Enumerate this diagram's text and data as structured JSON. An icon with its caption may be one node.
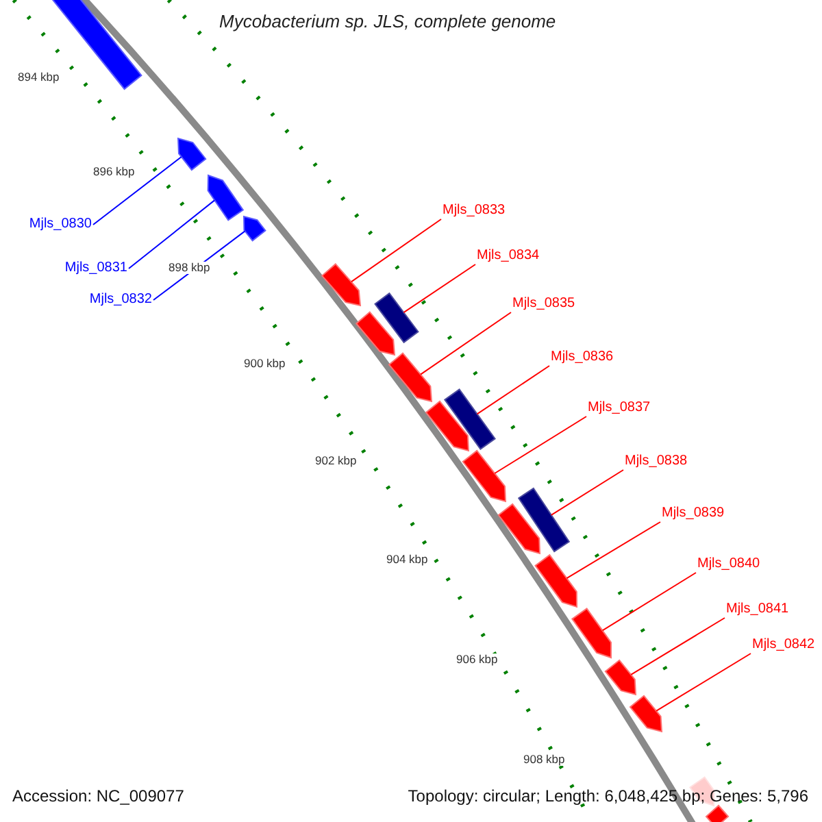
{
  "diagram": {
    "title": "Mycobacterium sp. JLS, complete genome",
    "nodes": [
      {
        "text": [
          "Mjls_0830"
        ]
      },
      {
        "text": [
          "Mjls_0831"
        ]
      },
      {
        "text": [
          "Mjls_0832"
        ]
      },
      {
        "text": [
          "Mjls_0833"
        ]
      },
      {
        "text": [
          "Mjls_0834"
        ]
      },
      {
        "text": [
          "Mjls_0835"
        ]
      },
      {
        "text": [
          "Mjls_0836"
        ]
      },
      {
        "text": [
          "Mjls_0837"
        ]
      },
      {
        "text": [
          "Mjls_0838"
        ]
      },
      {
        "text": [
          "Mjls_0839"
        ]
      },
      {
        "text": [
          "Mjls_0840"
        ]
      },
      {
        "text": [
          "Mjls_0841"
        ]
      },
      {
        "text": [
          "Mjls_0842"
        ]
      },
      {
        "text": [],
        "shape": "bar"
      },
      {
        "text": [],
        "shape": "pentagon"
      },
      {
        "text": [],
        "shape": "pentagon"
      },
      {
        "text": [],
        "shape": "pentagon"
      },
      {
        "text": [],
        "shape": "pentagon"
      },
      {
        "text": [],
        "shape": "bar"
      },
      {
        "text": [],
        "shape": "pentagon"
      },
      {
        "text": [],
        "shape": "pentagon"
      },
      {
        "text": [],
        "shape": "bar"
      },
      {
        "text": [],
        "shape": "pentagon"
      },
      {
        "text": [],
        "shape": "pentagon"
      },
      {
        "text": [],
        "shape": "bar"
      },
      {
        "text": [],
        "shape": "pentagon"
      },
      {
        "text": [],
        "shape": "pentagon"
      },
      {
        "text": [],
        "shape": "pentagon"
      },
      {
        "text": [],
        "shape": "pentagon"
      },
      {
        "text": [],
        "shape": "pentagon"
      },
      {
        "text": [],
        "shape": "pentagon"
      },
      {
        "text": [],
        "shape": "bar"
      }
    ],
    "edges": [
      {
        "from": 0,
        "to": 14,
        "arrow": "none",
        "color": "#0000ff"
      },
      {
        "from": 1,
        "to": 15,
        "arrow": "none",
        "color": "#0000ff"
      },
      {
        "from": 2,
        "to": 16,
        "arrow": "none",
        "color": "#0000ff"
      },
      {
        "from": 3,
        "to": 17,
        "arrow": "none"
      },
      {
        "from": 4,
        "to": 18,
        "arrow": "none"
      },
      {
        "from": 5,
        "to": 20,
        "arrow": "none"
      },
      {
        "from": 6,
        "to": 21,
        "arrow": "none"
      },
      {
        "from": 7,
        "to": 23,
        "arrow": "none"
      },
      {
        "from": 8,
        "to": 24,
        "arrow": "none"
      },
      {
        "from": 9,
        "to": 26,
        "arrow": "none"
      },
      {
        "from": 10,
        "to": 27,
        "arrow": "none"
      },
      {
        "from": 11,
        "to": 28,
        "arrow": "none"
      },
      {
        "from": 12,
        "to": 29,
        "arrow": "none"
      }
    ],
    "labels": [
      "894 kbp",
      "896 kbp",
      "898 kbp",
      "900 kbp",
      "902 kbp",
      "904 kbp",
      "906 kbp",
      "908 kbp",
      "Accession: NC_009077",
      "Topology: circular; Length: 6,048,425 bp; Genes: 5,796"
    ]
  }
}
